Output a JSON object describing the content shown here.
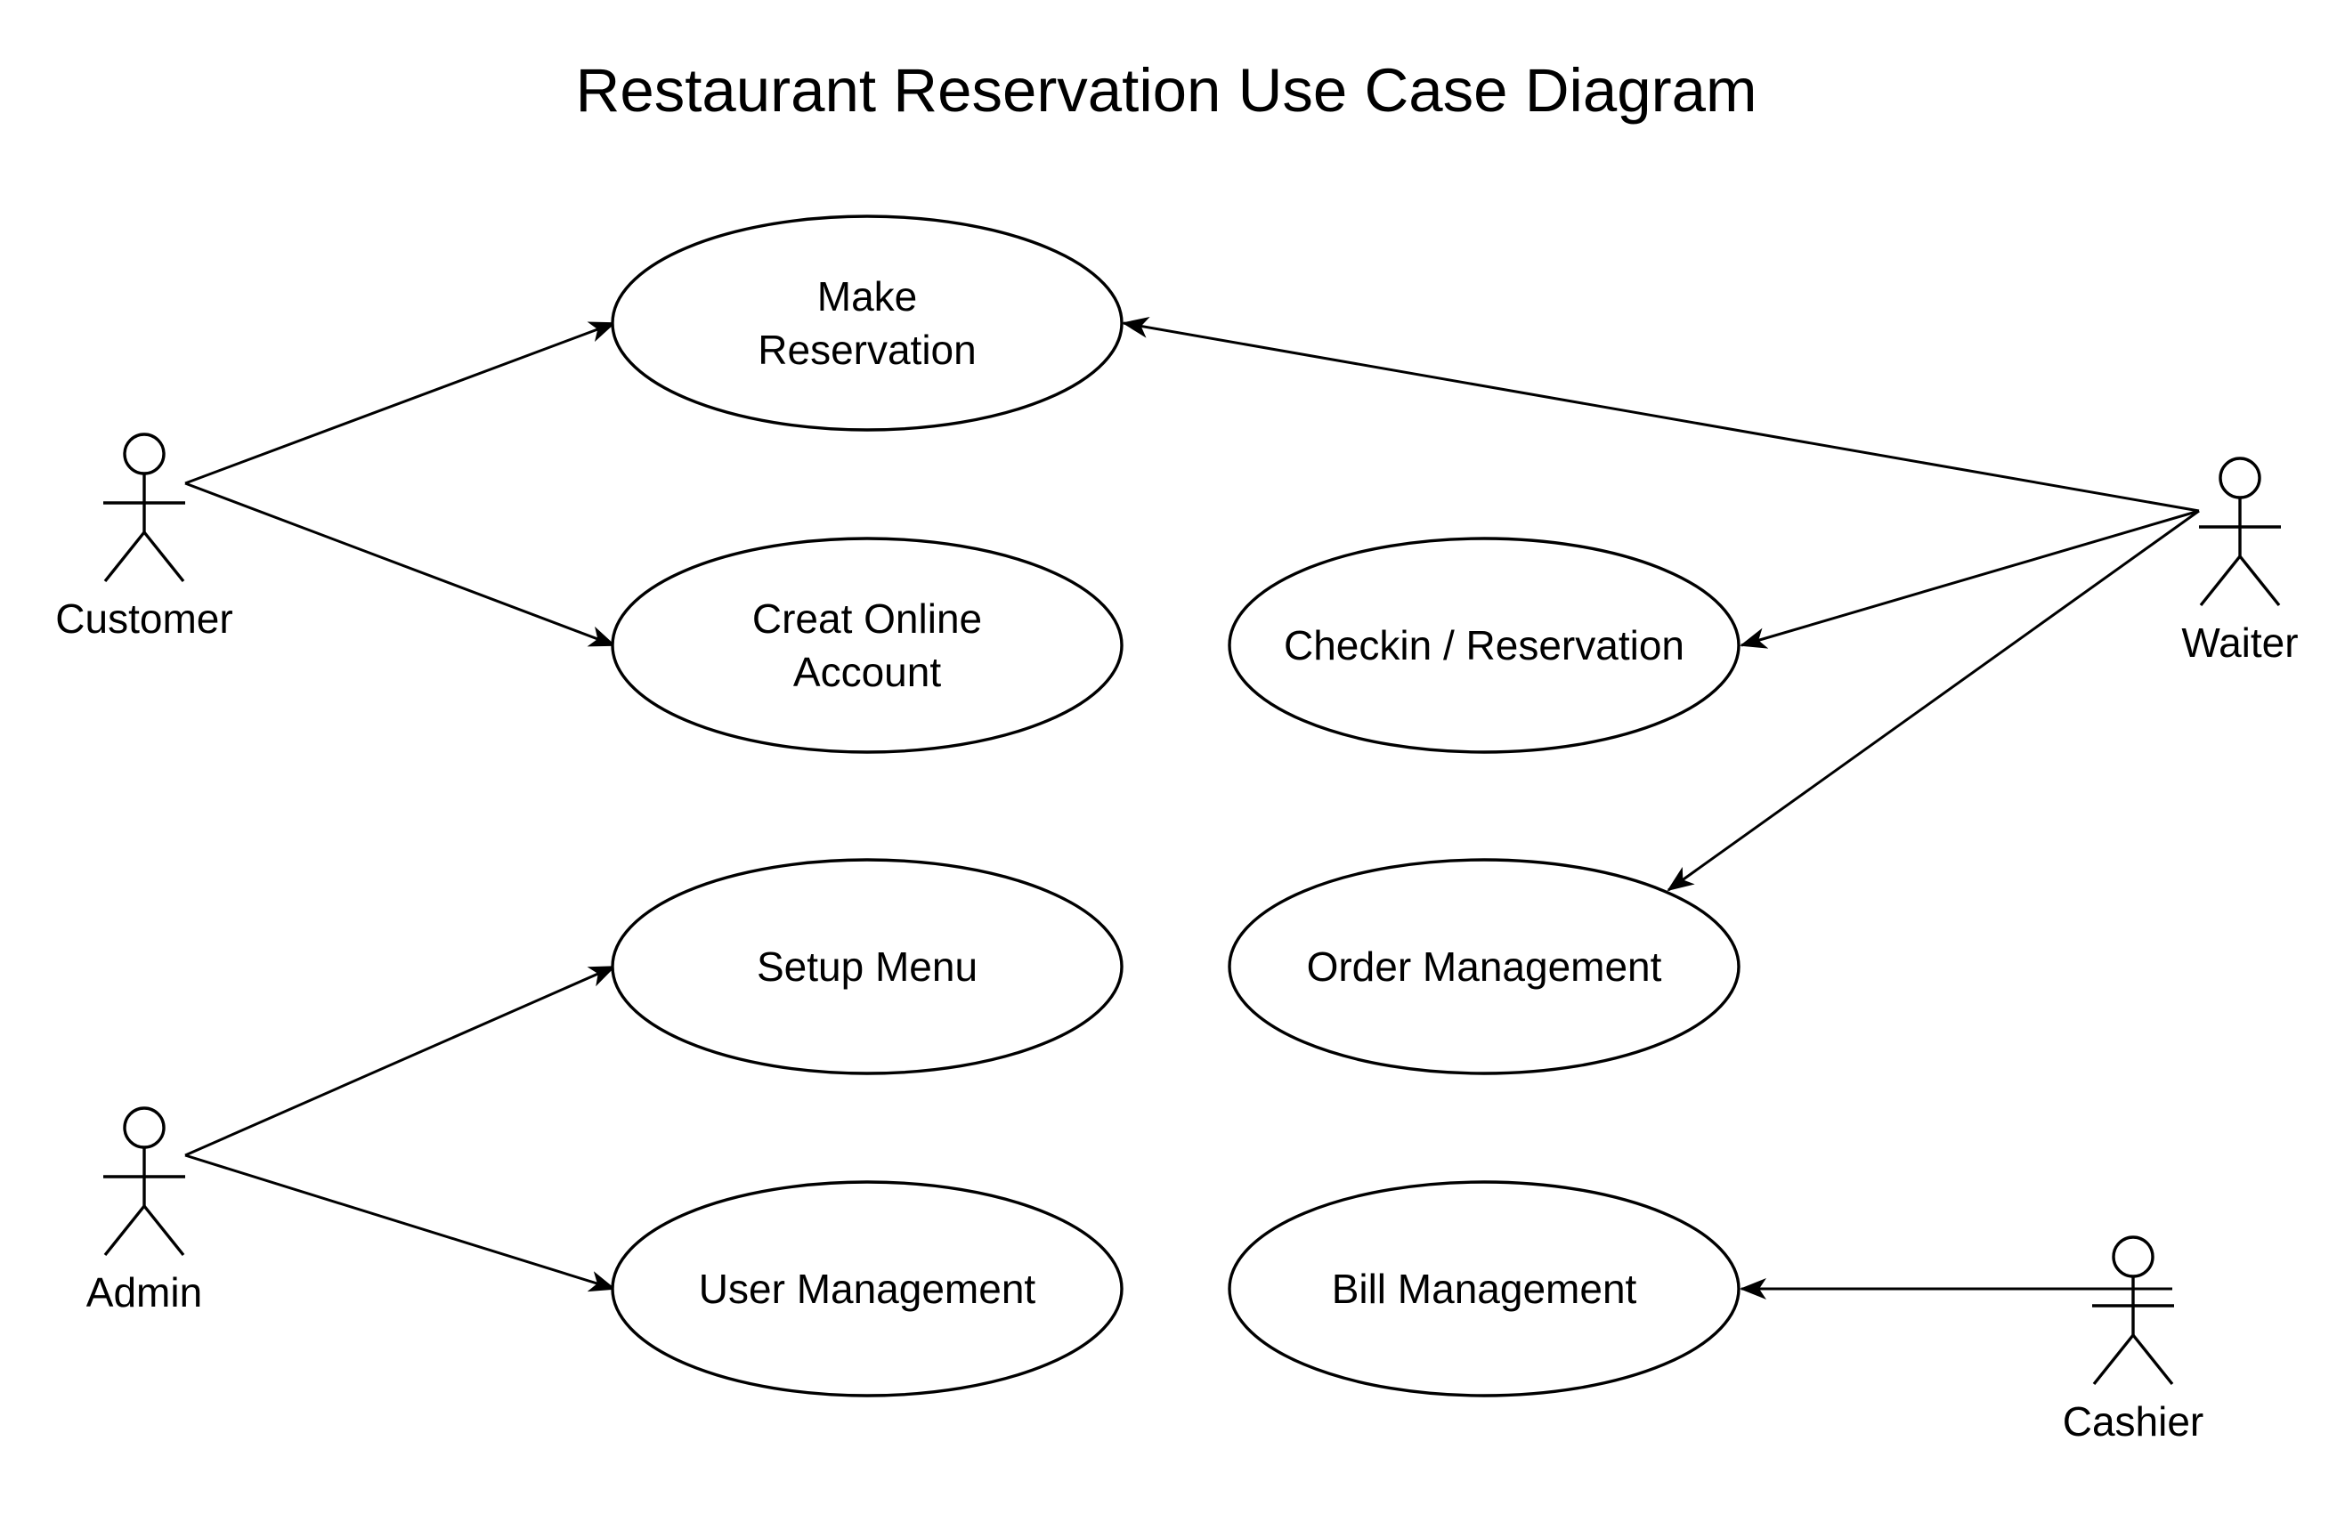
{
  "title": "Restaurant Reservation Use Case Diagram",
  "colors": {
    "stroke": "#000000",
    "background": "#ffffff"
  },
  "actors": [
    {
      "id": "customer",
      "name": "Customer"
    },
    {
      "id": "admin",
      "name": "Admin"
    },
    {
      "id": "waiter",
      "name": "Waiter"
    },
    {
      "id": "cashier",
      "name": "Cashier"
    }
  ],
  "use_cases": [
    {
      "id": "make_reservation",
      "lines": [
        "Make",
        "Reservation"
      ]
    },
    {
      "id": "create_online_account",
      "lines": [
        "Creat Online",
        "Account"
      ]
    },
    {
      "id": "setup_menu",
      "lines": [
        "Setup Menu"
      ]
    },
    {
      "id": "user_management",
      "lines": [
        "User Management"
      ]
    },
    {
      "id": "checkin_reservation",
      "lines": [
        "Checkin / Reservation"
      ]
    },
    {
      "id": "order_management",
      "lines": [
        "Order Management"
      ]
    },
    {
      "id": "bill_management",
      "lines": [
        "Bill Management"
      ]
    }
  ],
  "associations": [
    {
      "from": "customer",
      "to": "make_reservation"
    },
    {
      "from": "customer",
      "to": "create_online_account"
    },
    {
      "from": "admin",
      "to": "setup_menu"
    },
    {
      "from": "admin",
      "to": "user_management"
    },
    {
      "from": "waiter",
      "to": "make_reservation"
    },
    {
      "from": "waiter",
      "to": "checkin_reservation"
    },
    {
      "from": "waiter",
      "to": "order_management"
    },
    {
      "from": "cashier",
      "to": "bill_management"
    }
  ]
}
